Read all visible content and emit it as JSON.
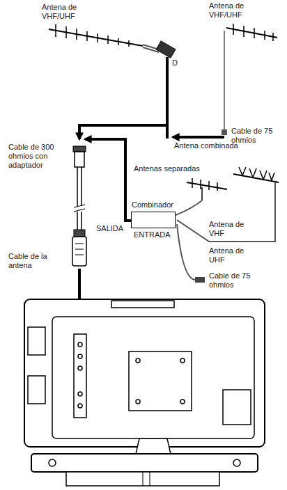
{
  "diagram": {
    "nodes": [
      {
        "text": [
          "Combinador"
        ]
      }
    ],
    "labels": [
      "Antena de VHF/UHF",
      "Antena de VHF/UHF",
      "D",
      "Cable de 75 ohmios",
      "Antena combinada",
      "Antenas separadas",
      "Cable de 300 ohmios con adaptador",
      "SALIDA",
      "ENTRADA",
      "Antena de VHF",
      "Antena de UHF",
      "Cable de 75 ohmios",
      "Cable de la antena"
    ]
  }
}
